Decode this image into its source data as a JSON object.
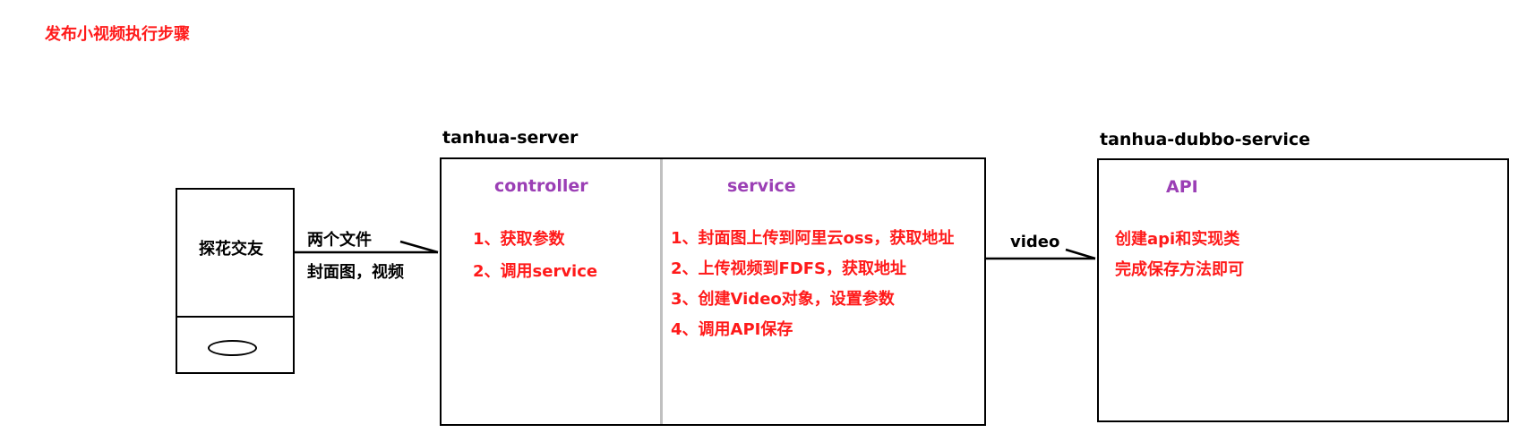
{
  "title": "发布小视频执行步骤",
  "phone": {
    "label": "探花交友"
  },
  "arrow_client": {
    "line1": "两个文件",
    "line2": "封面图，视频"
  },
  "server": {
    "title": "tanhua-server",
    "controller": {
      "heading": "controller",
      "steps": [
        "1、获取参数",
        "2、调用service"
      ]
    },
    "service": {
      "heading": "service",
      "steps": [
        "1、封面图上传到阿里云oss，获取地址",
        "2、上传视频到FDFS，获取地址",
        "3、创建Video对象，设置参数",
        "4、调用API保存"
      ]
    }
  },
  "arrow_server": {
    "label": "video"
  },
  "dubbo": {
    "title": "tanhua-dubbo-service",
    "heading": "API",
    "steps": [
      "创建api和实现类",
      "完成保存方法即可"
    ]
  },
  "colors": {
    "red": "#ff1a1a",
    "purple": "#9b3fb5",
    "divider": "#c0c0c0"
  }
}
